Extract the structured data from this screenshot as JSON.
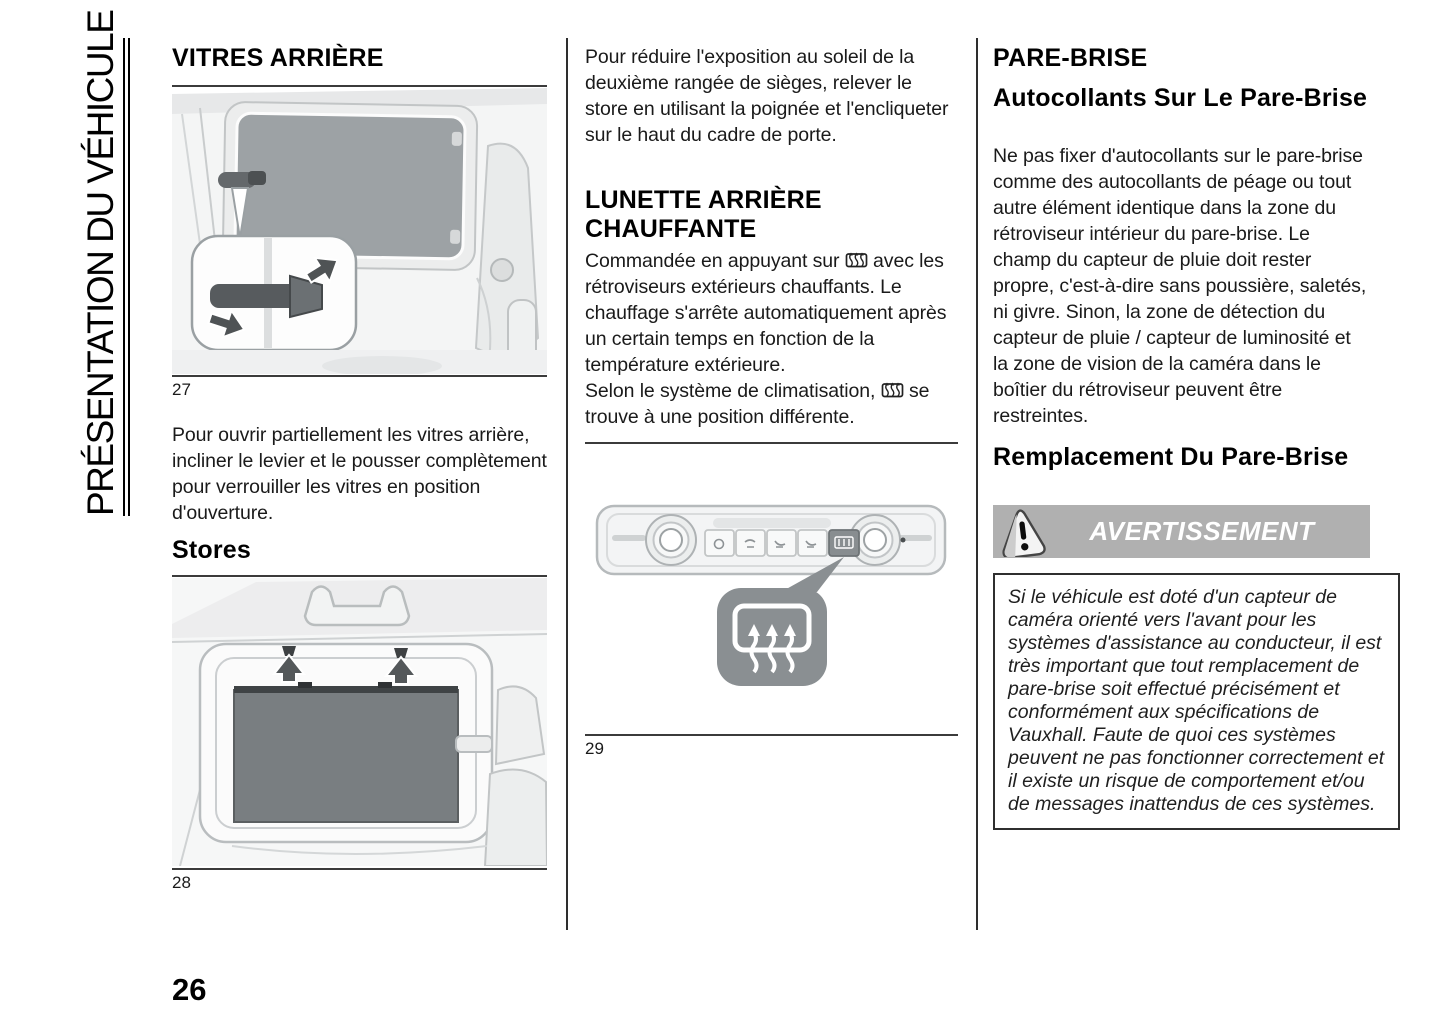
{
  "page": {
    "number": "26",
    "sidebar_title": "PRÉSENTATION DU VÉHICULE"
  },
  "col1": {
    "heading": "VITRES ARRIÈRE",
    "fig27_caption": "27",
    "para": "Pour ouvrir partiellement les vitres arrière, incliner le levier et le pousser complètement pour verrouiller les vitres en position d'ouverture.",
    "subheading": "Stores",
    "fig28_caption": "28"
  },
  "col2": {
    "para1": "Pour réduire l'exposition au soleil de la deuxième rangée de sièges, relever le store en utilisant la poignée et l'encliqueter sur le haut du cadre de porte.",
    "heading": "LUNETTE ARRIÈRE CHAUFFANTE",
    "para2_before_icon": "Commandée en appuyant sur ",
    "para2_after_icon": " avec les rétroviseurs extérieurs chauffants. Le chauffage s'arrête automatiquement après un certain temps en fonction de la température extérieure.",
    "para3_before_icon": "Selon le système de climatisation, ",
    "para3_after_icon": " se trouve à une position différente.",
    "fig29_caption": "29"
  },
  "col3": {
    "heading": "PARE-BRISE",
    "subheading1": "Autocollants Sur Le Pare-Brise",
    "para1": "Ne pas fixer d'autocollants sur le pare-brise comme des autocollants de péage ou tout autre élément identique dans la zone du rétroviseur intérieur du pare-brise. Le champ du capteur de pluie doit rester propre, c'est-à-dire sans poussière, saletés, ni givre. Sinon, la zone de détection du capteur de pluie / capteur de luminosité et la zone de vision de la caméra dans le boîtier du rétroviseur peuvent être restreintes.",
    "subheading2": "Remplacement Du Pare-Brise",
    "warning_label": "AVERTISSEMENT",
    "warning_text": "Si le véhicule est doté d'un capteur de caméra orienté vers l'avant pour les systèmes d'assistance au conducteur, il est très important que tout remplacement de pare-brise soit effectué précisément et conformément aux spécifications de Vauxhall. Faute de quoi ces systèmes peuvent ne pas fonctionner correctement et il existe un risque de comportement et/ou de messages inattendus de ces systèmes."
  },
  "icons": {
    "defrost": "heated-rear-window-icon",
    "warning": "warning-triangle-icon"
  },
  "colors": {
    "warning_banner_bg": "#b0b0b0",
    "warning_label_text": "#ffffff",
    "body_text": "#1a1a1a",
    "figure_line": "#b9bdbf",
    "window_glass": "#9da2a5",
    "blind": "#797e81",
    "callout_dark": "#8a8f92"
  }
}
